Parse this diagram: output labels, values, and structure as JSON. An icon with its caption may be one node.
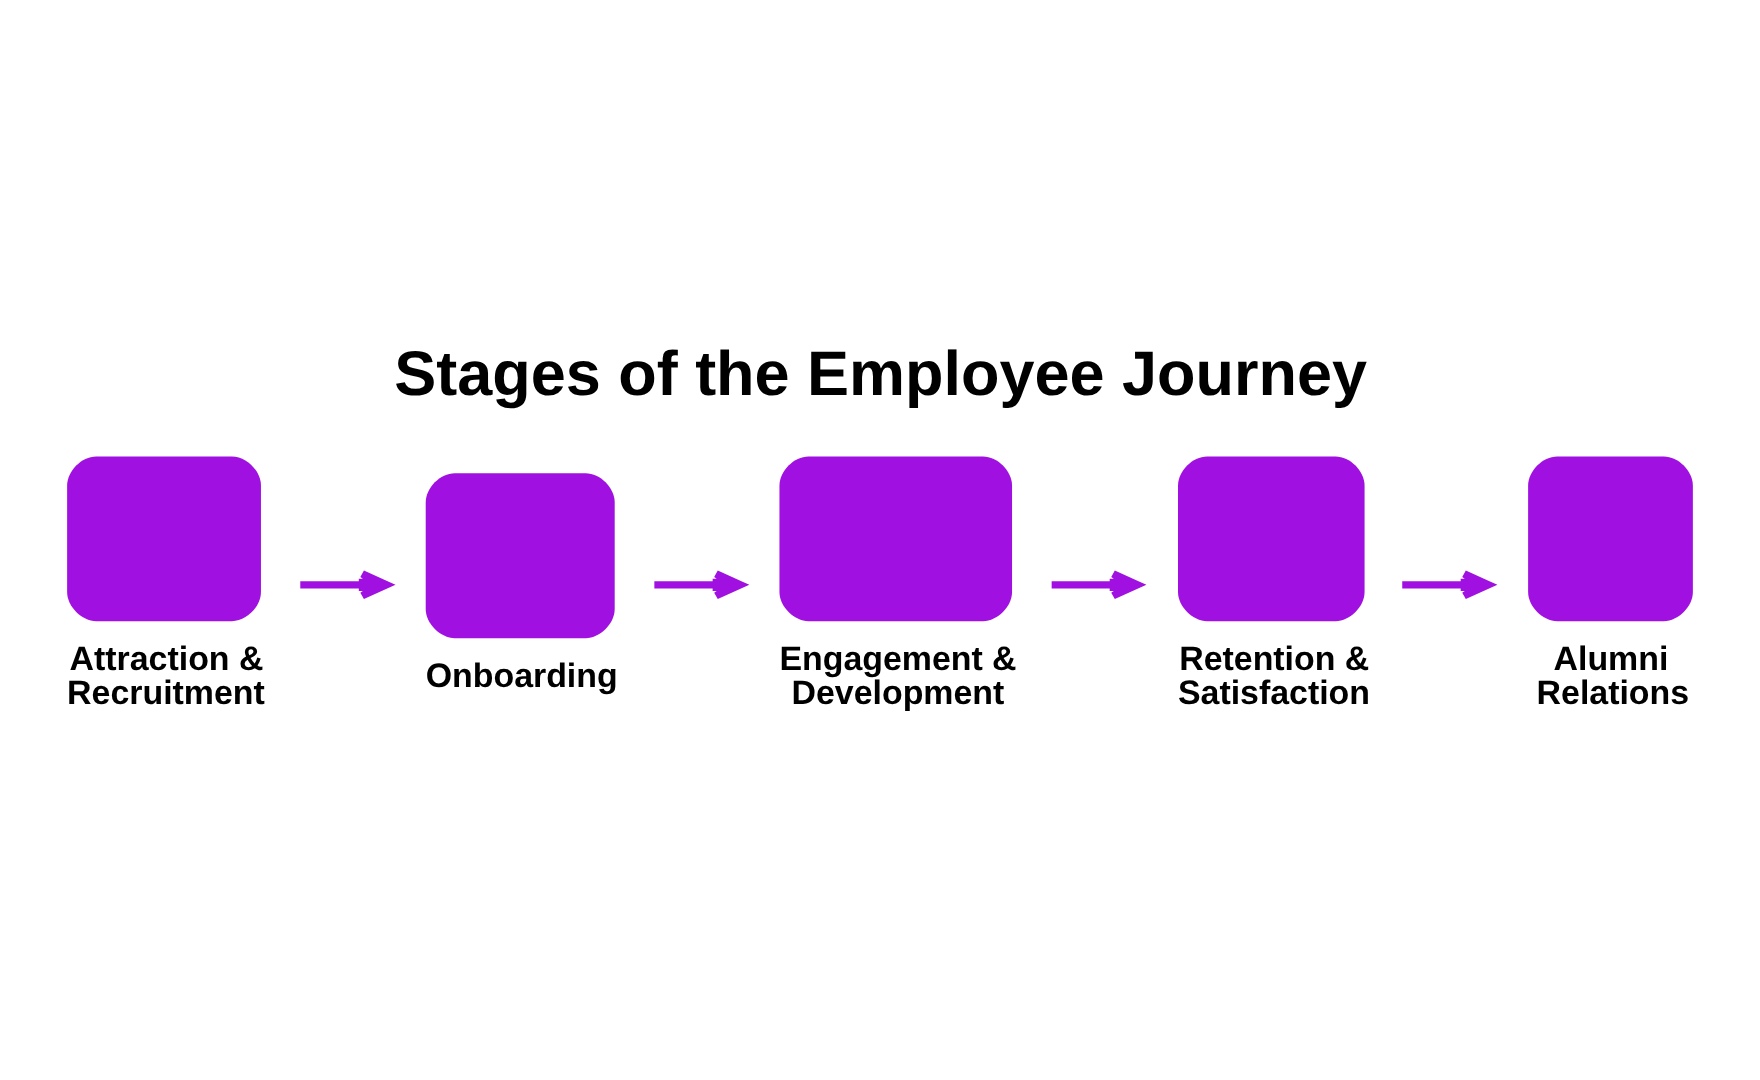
{
  "diagram": {
    "title": "Stages of the Employee Journey",
    "nodes": [
      {
        "text": [
          "Attraction & Recruitment"
        ]
      },
      {
        "text": [
          "Onboarding"
        ]
      },
      {
        "text": [
          "Engagement & Development"
        ]
      },
      {
        "text": [
          "Retention & Satisfaction"
        ]
      },
      {
        "text": [
          "Alumni Relations"
        ]
      }
    ],
    "edges": [
      {
        "from": 0,
        "to": 1,
        "arrow": "to"
      },
      {
        "from": 1,
        "to": 2,
        "arrow": "to"
      },
      {
        "from": 2,
        "to": 3,
        "arrow": "to"
      },
      {
        "from": 3,
        "to": 4,
        "arrow": "to"
      }
    ]
  }
}
